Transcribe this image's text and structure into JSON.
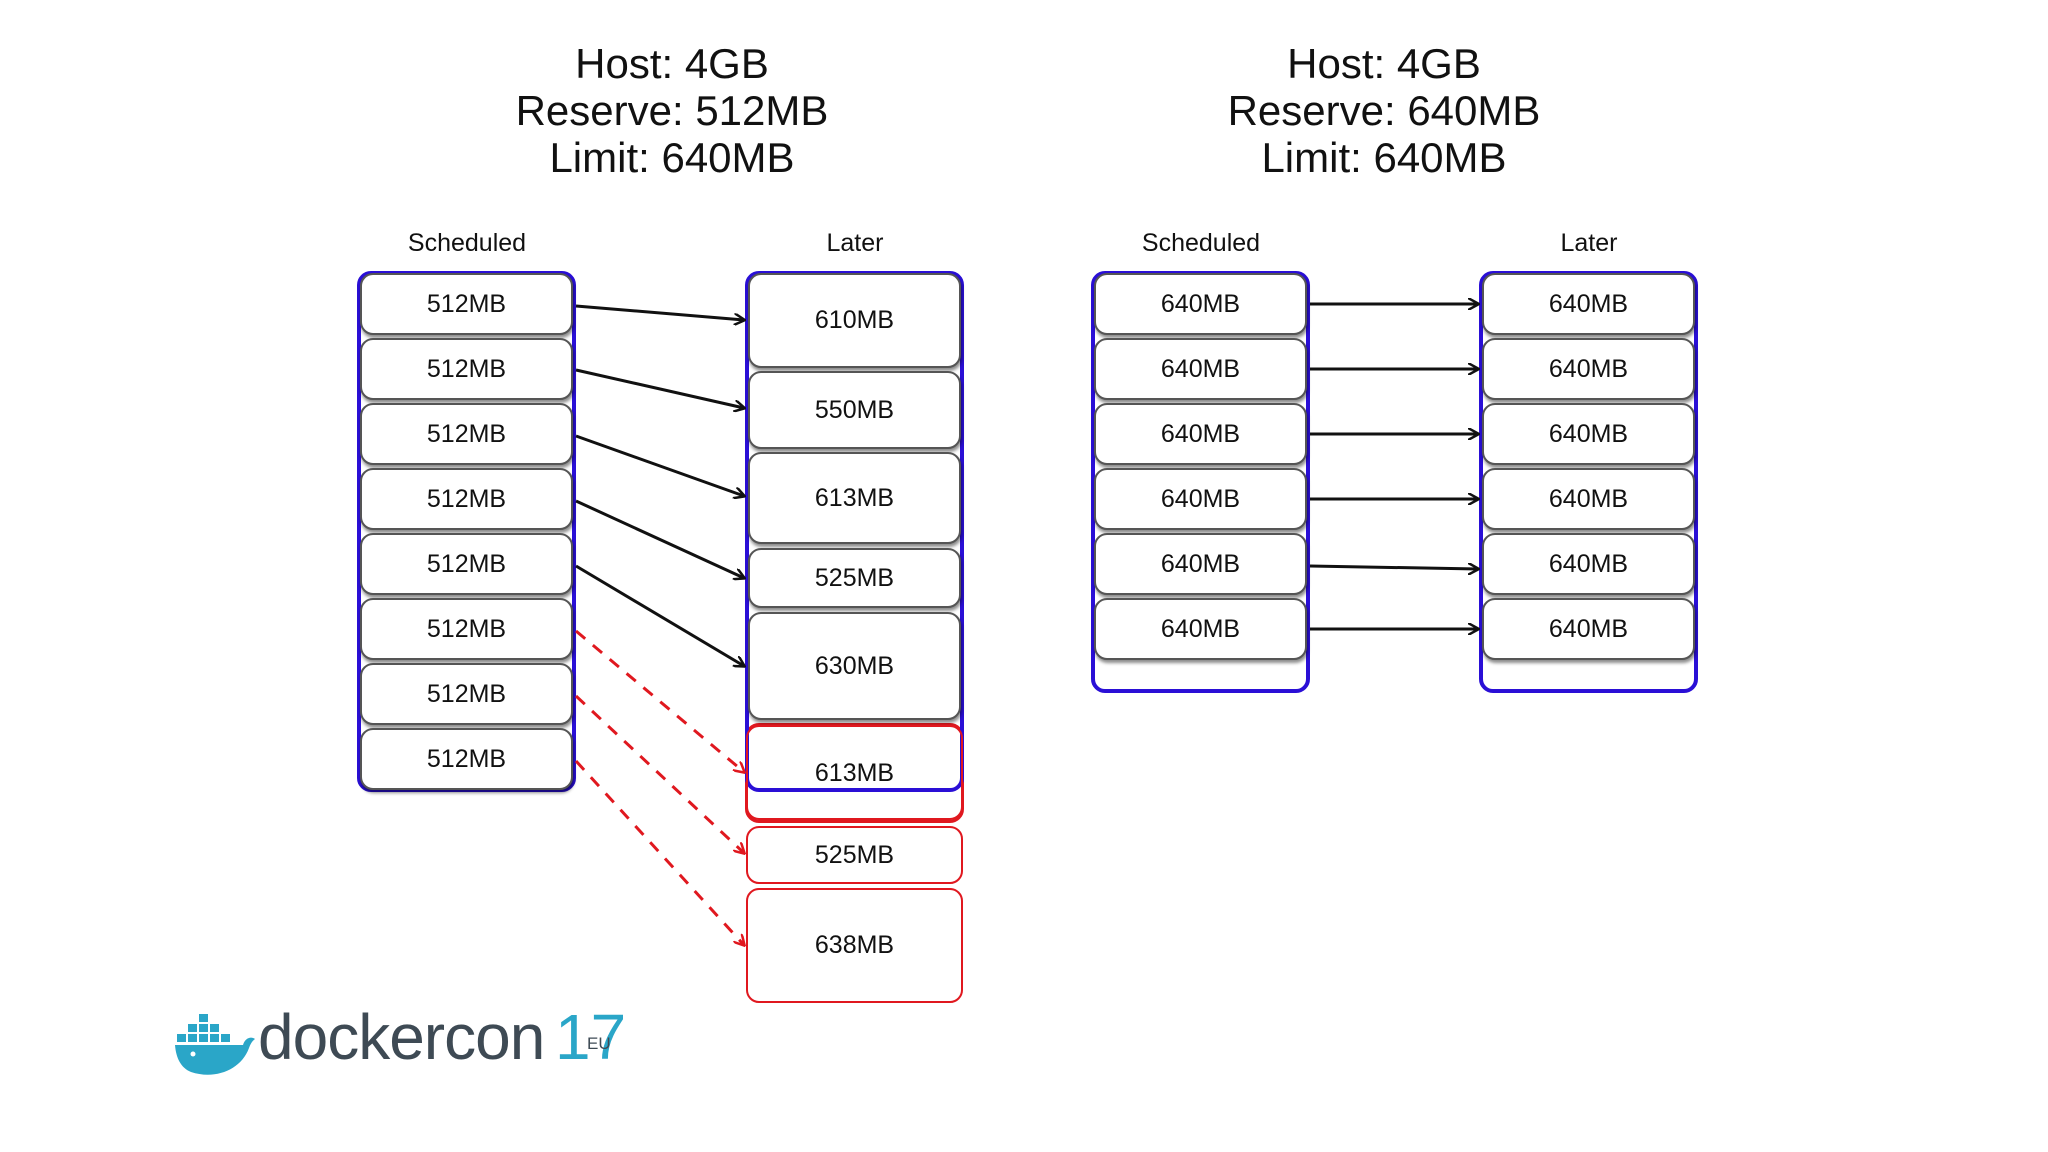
{
  "left": {
    "title": [
      "Host: 4GB",
      "Reserve: 512MB",
      "Limit: 640MB"
    ],
    "scheduled_label": "Scheduled",
    "later_label": "Later",
    "scheduled": [
      "512MB",
      "512MB",
      "512MB",
      "512MB",
      "512MB",
      "512MB",
      "512MB",
      "512MB"
    ],
    "later": [
      "610MB",
      "550MB",
      "613MB",
      "525MB",
      "630MB",
      "613MB",
      "525MB",
      "638MB"
    ]
  },
  "right": {
    "title": [
      "Host: 4GB",
      "Reserve: 640MB",
      "Limit: 640MB"
    ],
    "scheduled_label": "Scheduled",
    "later_label": "Later",
    "scheduled": [
      "640MB",
      "640MB",
      "640MB",
      "640MB",
      "640MB",
      "640MB"
    ],
    "later": [
      "640MB",
      "640MB",
      "640MB",
      "640MB",
      "640MB",
      "640MB"
    ]
  },
  "logo": {
    "brand": "dockercon",
    "number": "17",
    "region": "EU"
  },
  "colors": {
    "blue_frame": "#2a0fd6",
    "red": "#e0181f",
    "arrow": "#111111",
    "logo_teal": "#2aa6c8"
  }
}
